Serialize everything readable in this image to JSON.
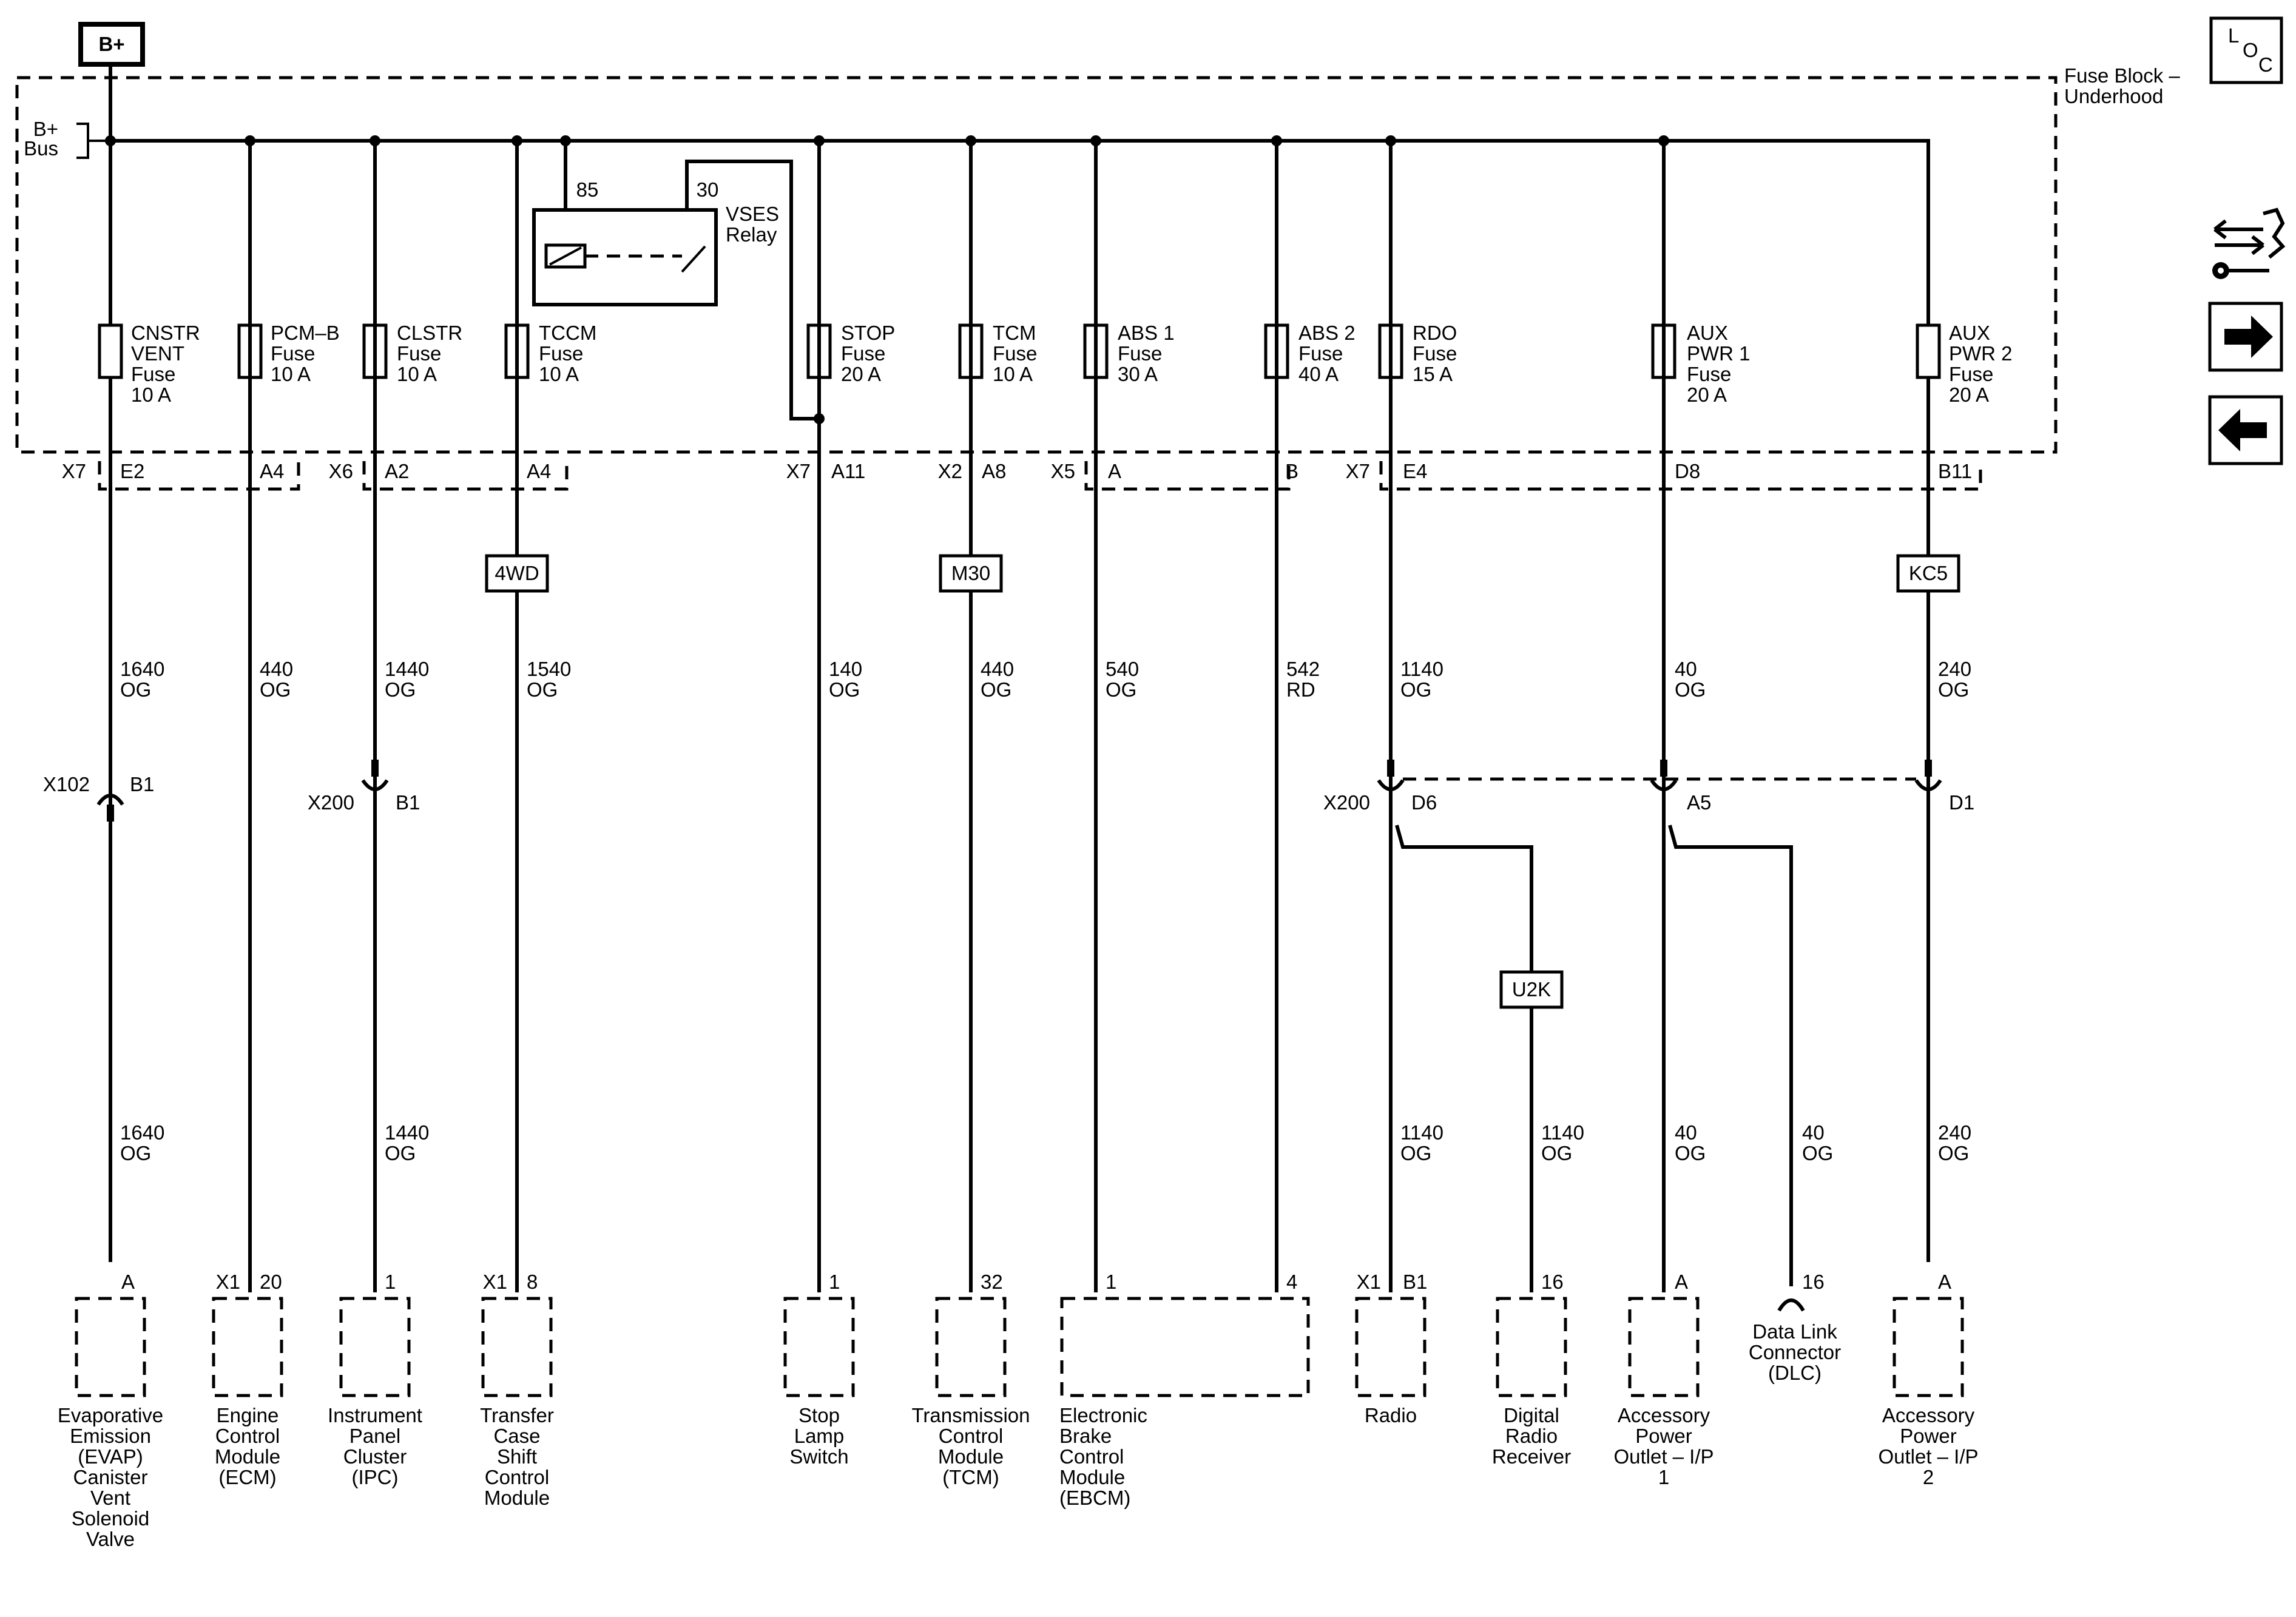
{
  "battery": "B+",
  "bus_label": [
    "B+",
    "Bus"
  ],
  "fuse_block_label": [
    "Fuse Block –",
    "Underhood"
  ],
  "loc": {
    "l": "L",
    "o": "O",
    "c": "C"
  },
  "relay": {
    "name": [
      "VSES",
      "Relay"
    ],
    "pin85": "85",
    "pin30": "30"
  },
  "fuses": [
    {
      "lines": [
        "CNSTR",
        "VENT",
        "Fuse",
        "10 A"
      ]
    },
    {
      "lines": [
        "PCM–B",
        "Fuse",
        "10 A"
      ]
    },
    {
      "lines": [
        "CLSTR",
        "Fuse",
        "10 A"
      ]
    },
    {
      "lines": [
        "TCCM",
        "Fuse",
        "10 A"
      ]
    },
    {
      "lines": [
        "STOP",
        "Fuse",
        "20 A"
      ]
    },
    {
      "lines": [
        "TCM",
        "Fuse",
        "10 A"
      ]
    },
    {
      "lines": [
        "ABS 1",
        "Fuse",
        "30 A"
      ]
    },
    {
      "lines": [
        "ABS 2",
        "Fuse",
        "40 A"
      ]
    },
    {
      "lines": [
        "RDO",
        "Fuse",
        "15 A"
      ]
    },
    {
      "lines": [
        "AUX",
        "PWR 1",
        "Fuse",
        "20 A"
      ]
    },
    {
      "lines": [
        "AUX",
        "PWR 2",
        "Fuse",
        "20 A"
      ]
    }
  ],
  "connectors_top": [
    "X7",
    "E2",
    "A4",
    "X6",
    "A2",
    "A4",
    "X7",
    "A11",
    "X2",
    "A8",
    "X5",
    "A",
    "B",
    "X7",
    "E4",
    "D8",
    "B11"
  ],
  "options": [
    "4WD",
    "M30",
    "KC5",
    "U2K"
  ],
  "wires_upper": [
    [
      "1640",
      "OG"
    ],
    [
      "440",
      "OG"
    ],
    [
      "1440",
      "OG"
    ],
    [
      "1540",
      "OG"
    ],
    [
      "140",
      "OG"
    ],
    [
      "440",
      "OG"
    ],
    [
      "540",
      "OG"
    ],
    [
      "542",
      "RD"
    ],
    [
      "1140",
      "OG"
    ],
    [
      "40",
      "OG"
    ],
    [
      "240",
      "OG"
    ]
  ],
  "inline_connectors": [
    {
      "name": "X102",
      "pin": "B1"
    },
    {
      "name": "X200",
      "pin": "B1"
    },
    {
      "name": "X200",
      "pin": "D6"
    },
    {
      "pin": "A5"
    },
    {
      "pin": "D1"
    }
  ],
  "wires_lower": [
    [
      "1640",
      "OG"
    ],
    [
      "1440",
      "OG"
    ],
    [
      "1140",
      "OG"
    ],
    [
      "1140",
      "OG"
    ],
    [
      "40",
      "OG"
    ],
    [
      "40",
      "OG"
    ],
    [
      "240",
      "OG"
    ]
  ],
  "component_pins": [
    "A",
    "X1",
    "20",
    "1",
    "X1",
    "8",
    "1",
    "32",
    "1",
    "4",
    "X1",
    "B1",
    "16",
    "A",
    "16",
    "A"
  ],
  "components": [
    {
      "lines": [
        "Evaporative",
        "Emission",
        "(EVAP)",
        "Canister",
        "Vent",
        "Solenoid",
        "Valve"
      ]
    },
    {
      "lines": [
        "Engine",
        "Control",
        "Module",
        "(ECM)"
      ]
    },
    {
      "lines": [
        "Instrument",
        "Panel",
        "Cluster",
        "(IPC)"
      ]
    },
    {
      "lines": [
        "Transfer",
        "Case",
        "Shift",
        "Control",
        "Module"
      ]
    },
    {
      "lines": [
        "Stop",
        "Lamp",
        "Switch"
      ]
    },
    {
      "lines": [
        "Transmission",
        "Control",
        "Module",
        "(TCM)"
      ]
    },
    {
      "lines": [
        "Electronic",
        "Brake",
        "Control",
        "Module",
        "(EBCM)"
      ]
    },
    {
      "lines": [
        "Radio"
      ]
    },
    {
      "lines": [
        "Digital",
        "Radio",
        "Receiver"
      ]
    },
    {
      "lines": [
        "Accessory",
        "Power",
        "Outlet – I/P",
        "1"
      ]
    },
    {
      "lines": [
        "Data Link",
        "Connector",
        "(DLC)"
      ]
    },
    {
      "lines": [
        "Accessory",
        "Power",
        "Outlet – I/P",
        "2"
      ]
    }
  ],
  "nav_icons": [
    "loc-icon",
    "service-icon",
    "next-arrow-icon",
    "previous-arrow-icon"
  ]
}
